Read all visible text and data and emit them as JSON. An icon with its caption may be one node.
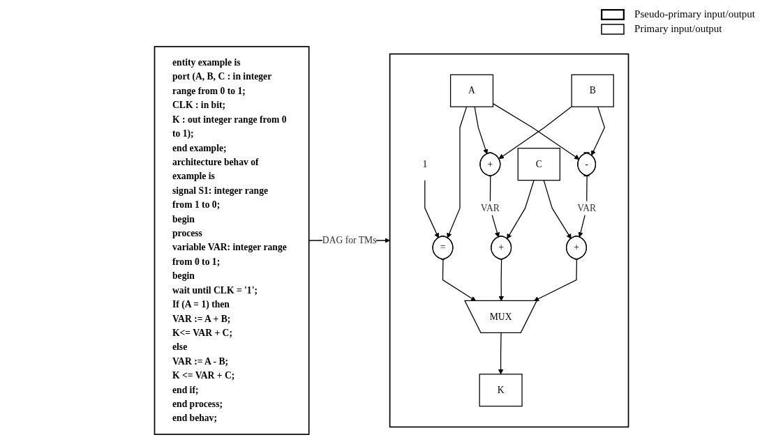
{
  "diagram": {
    "nodes": [
      {
        "text": [
          "entity example is",
          "port (A, B, C : in integer range from 0 to 1;",
          "CLK : in bit;",
          "K : out integer range from 0 to 1);",
          "end example;",
          "architecture behav of example is",
          "signal S1: integer range from 1 to 0;",
          "begin",
          "process",
          "variable VAR: integer range from 0 to 1;",
          "begin",
          "wait until CLK = '1';",
          "If (A = 1) then",
          "VAR := A + B;",
          "K<= VAR + C;",
          "else",
          "VAR := A - B;",
          "K <= VAR + C;",
          "end if;",
          "end process;",
          "end behav;"
        ]
      },
      {
        "text": [],
        "shape": "box"
      },
      {
        "text": [
          "A"
        ],
        "in": 1
      },
      {
        "text": [
          "B"
        ],
        "in": 1
      },
      {
        "text": [
          "C"
        ],
        "in": 1
      },
      {
        "text": [
          "1"
        ],
        "in": 1
      },
      {
        "text": [
          "="
        ],
        "in": 1
      },
      {
        "text": [
          "+"
        ],
        "in": 1
      },
      {
        "text": [
          "-"
        ],
        "in": 1
      },
      {
        "text": [
          "+"
        ],
        "in": 1
      },
      {
        "text": [
          "+"
        ],
        "in": 1
      },
      {
        "text": [
          "MUX"
        ],
        "in": 1
      },
      {
        "text": [
          "K"
        ],
        "in": 1
      }
    ],
    "edges": [
      {
        "from": 0,
        "to": 1,
        "arrow": "to",
        "label": "DAG for TMs"
      },
      {
        "from": 5,
        "to": 6,
        "arrow": "to"
      },
      {
        "from": 2,
        "to": 6,
        "arrow": "to"
      },
      {
        "from": 2,
        "to": 7,
        "arrow": "to"
      },
      {
        "from": 3,
        "to": 7,
        "arrow": "to"
      },
      {
        "from": 2,
        "to": 8,
        "arrow": "to"
      },
      {
        "from": 3,
        "to": 8,
        "arrow": "to"
      },
      {
        "from": 4,
        "to": 9,
        "arrow": "to"
      },
      {
        "from": 4,
        "to": 10,
        "arrow": "to"
      },
      {
        "from": 7,
        "to": 9,
        "arrow": "to",
        "label": "VAR"
      },
      {
        "from": 8,
        "to": 10,
        "arrow": "to",
        "label": "VAR"
      },
      {
        "from": 6,
        "to": 11,
        "arrow": "to"
      },
      {
        "from": 9,
        "to": 11,
        "arrow": "to"
      },
      {
        "from": 10,
        "to": 11,
        "arrow": "to"
      },
      {
        "from": 11,
        "to": 12,
        "arrow": "to"
      }
    ],
    "legend": [
      {
        "text": "Pseudo-primary input/output"
      },
      {
        "text": "Primary input/output"
      }
    ]
  }
}
